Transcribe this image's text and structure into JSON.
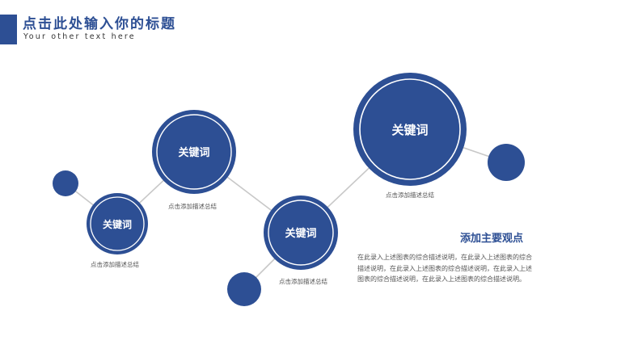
{
  "header": {
    "title": "点击此处输入你的标题",
    "subtitle": "Your other text here"
  },
  "keywords": [
    {
      "label": "关键词",
      "caption": "点击添加描述总结"
    },
    {
      "label": "关键词",
      "caption": "点击添加描述总结"
    },
    {
      "label": "关键词",
      "caption": "点击添加描述总结"
    },
    {
      "label": "关键词",
      "caption": "点击添加描述总结"
    }
  ],
  "main_point": {
    "title": "添加主要观点",
    "body": "在此录入上述图表的综合描述说明，在此录入上述图表的综合描述说明，在此录入上述图表的综合描述说明，在此录入上述图表的综合描述说明，在此录入上述图表的综合描述说明。"
  },
  "colors": {
    "accent": "#2d4f94",
    "connector": "#c8c8c8",
    "text_muted": "#555555"
  }
}
